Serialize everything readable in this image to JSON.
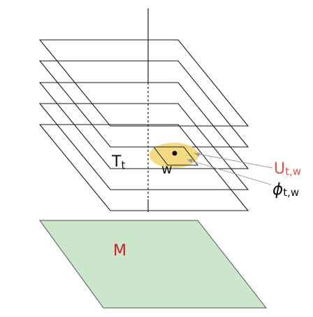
{
  "labels": {
    "leaf": "T",
    "leaf_sub": "t",
    "point": "w",
    "neighborhood": "U",
    "neighborhood_sub": "t,w",
    "chart": "ϕ",
    "chart_sub": "t,w",
    "manifold": "M"
  },
  "colors": {
    "sheet_stroke": "#1a1a1a",
    "manifold_fill": "#cce6cc",
    "manifold_stroke": "#555555",
    "neighborhood_fill": "#f2d675",
    "neighborhood_label": "#d9534f",
    "manifold_label": "#cc1f1f",
    "pointer_line": "#999999"
  }
}
